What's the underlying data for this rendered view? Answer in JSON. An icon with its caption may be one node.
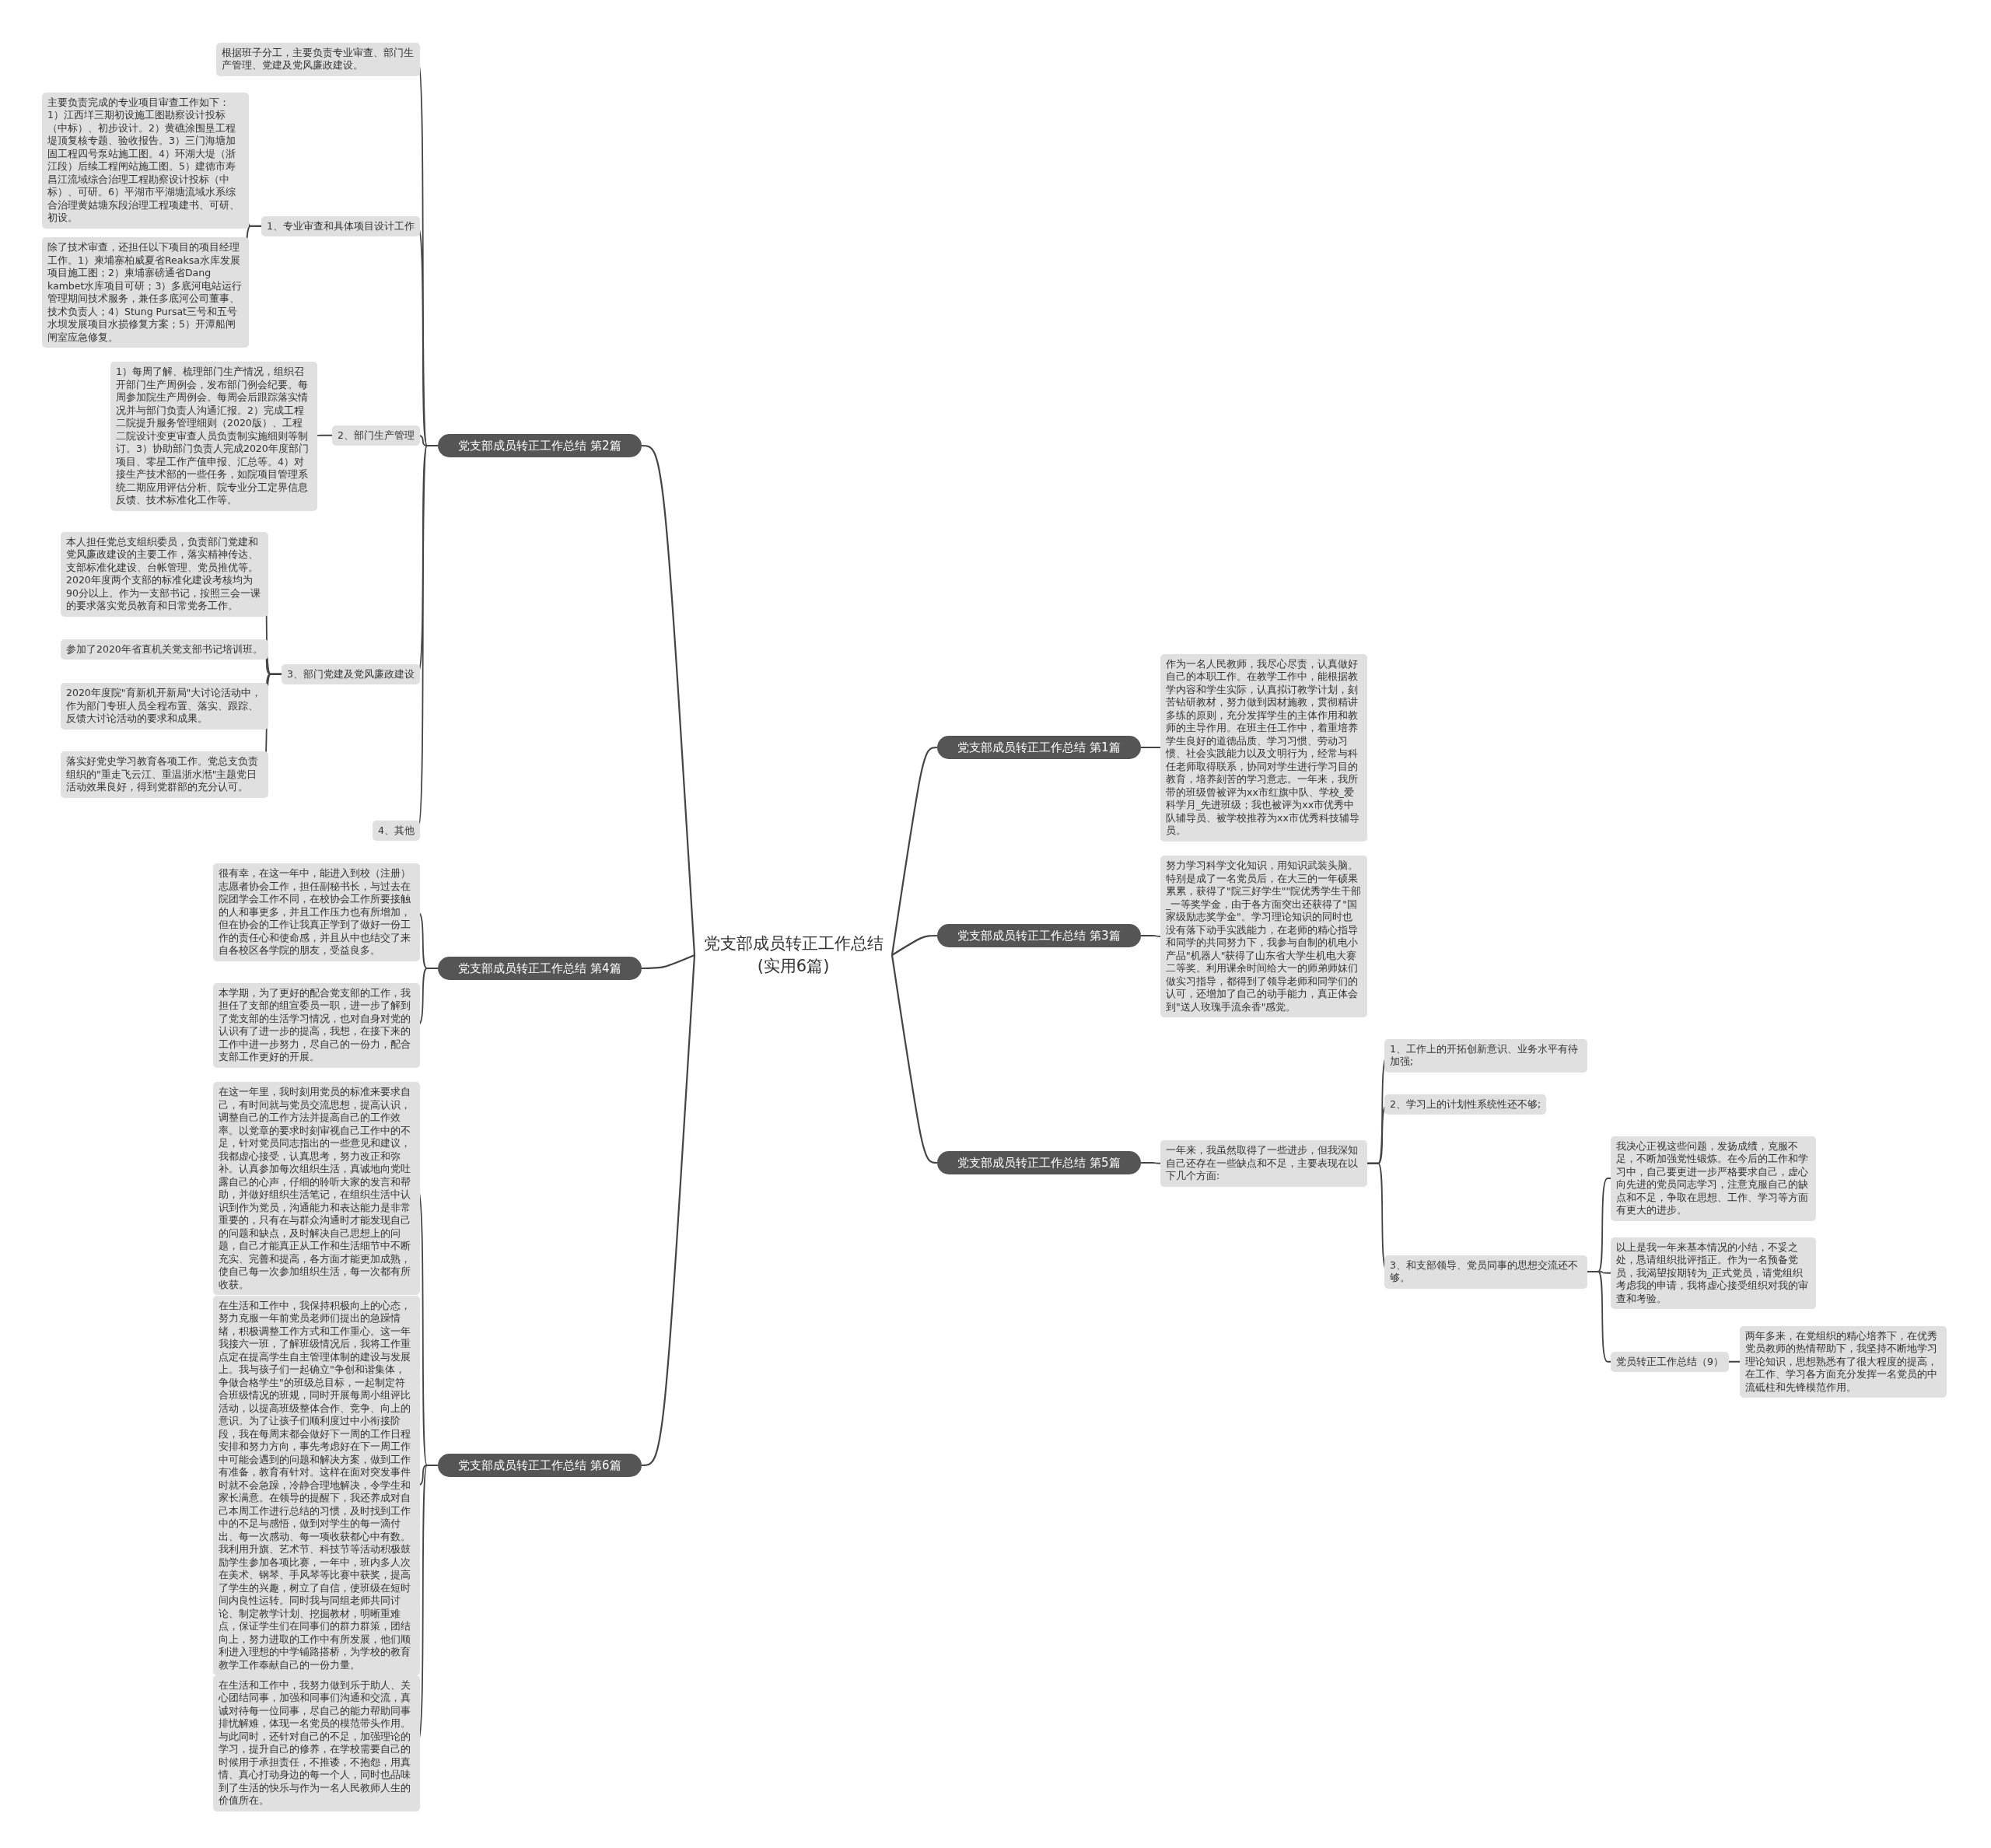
{
  "diagram": {
    "nodes": [
      {
        "text": [
          "党支部成员转正工作总结(实用6篇)"
        ]
      },
      {
        "text": [
          "党支部成员转正工作总结 第2篇"
        ]
      },
      {
        "text": [
          "根据班子分工，主要负责专业审查、部门生产管理、党建及党风廉政建设。"
        ]
      },
      {
        "text": [
          "1、专业审查和具体项目设计工作"
        ]
      },
      {
        "text": [
          "主要负责完成的专业项目审查工作如下：1）江西垟三期初设施工图勘察设计投标（中标）、初步设计。2）黄礁涂围垦工程堤顶复核专题、验收报告。3）三门海塘加固工程四号泵站施工图。4）环湖大堤（浙江段）后续工程闸站施工图。5）建德市寿昌江流域综合治理工程勘察设计投标（中标）、可研。6）平湖市平湖塘流域水系综合治理黄姑塘东段治理工程项建书、可研、初设。"
        ]
      },
      {
        "text": [
          "除了技术审查，还担任以下项目的项目经理工作。1）柬埔寨柏威夏省Reaksa水库发展项目施工图；2）柬埔寨磅通省Dang kambet水库项目可研；3）多底河电站运行管理期间技术服务，兼任多底河公司董事、技术负责人；4）Stung Pursat三号和五号水坝发展项目水损修复方案；5）开潭船闸闸室应急修复。"
        ]
      },
      {
        "text": [
          "2、部门生产管理"
        ]
      },
      {
        "text": [
          "1）每周了解、梳理部门生产情况，组织召开部门生产周例会，发布部门例会纪要。每周参加院生产周例会。每周会后跟踪落实情况并与部门负责人沟通汇报。2）完成工程二院提升服务管理细则（2020版）、工程二院设计变更审查人员负责制实施细则等制订。3）协助部门负责人完成2020年度部门项目、零星工作产值申报、汇总等。4）对接生产技术部的一些任务，如院项目管理系统二期应用评估分析、院专业分工定界信息反馈、技术标准化工作等。"
        ]
      },
      {
        "text": [
          "3、部门党建及党风廉政建设"
        ]
      },
      {
        "text": [
          "本人担任党总支组织委员，负责部门党建和党风廉政建设的主要工作，落实精神传达、支部标准化建设、台帐管理、党员推优等。2020年度两个支部的标准化建设考核均为90分以上。作为一支部书记，按照三会一课的要求落实党员教育和日常党务工作。"
        ]
      },
      {
        "text": [
          "参加了2020年省直机关党支部书记培训班。"
        ]
      },
      {
        "text": [
          "2020年度院\"育新机开新局\"大讨论活动中，作为部门专班人员全程布置、落实、跟踪、反馈大讨论活动的要求和成果。"
        ]
      },
      {
        "text": [
          "落实好党史学习教育各项工作。党总支负责组织的\"重走飞云江、重温浙水湉\"主题党日活动效果良好，得到党群部的充分认可。"
        ]
      },
      {
        "text": [
          "4、其他"
        ]
      },
      {
        "text": [
          "党支部成员转正工作总结 第4篇"
        ]
      },
      {
        "text": [
          "很有幸，在这一年中，能进入到校（注册）志愿者协会工作，担任副秘书长，与过去在院团学会工作不同，在校协会工作所要接触的人和事更多，并且工作压力也有所增加，但在协会的工作让我真正学到了做好一份工作的责任心和使命感，并且从中也结交了来自各校区各学院的朋友，受益良多。"
        ]
      },
      {
        "text": [
          "本学期，为了更好的配合党支部的工作，我担任了支部的组宣委员一职，进一步了解到了党支部的生活学习情况，也对自身对党的认识有了进一步的提高，我想，在接下来的工作中进一步努力，尽自己的一份力，配合支部工作更好的开展。"
        ]
      },
      {
        "text": [
          "党支部成员转正工作总结 第6篇"
        ]
      },
      {
        "text": [
          "在这一年里，我时刻用党员的标准来要求自己，有时间就与党员交流思想，提高认识，调整自己的工作方法并提高自己的工作效率。以党章的要求时刻审视自己工作中的不足，针对党员同志指出的一些意见和建议，我都虚心接受，认真思考，努力改正和弥补。认真参加每次组织生活，真诚地向党吐露自己的心声，仔细的聆听大家的发言和帮助，并做好组织生活笔记，在组织生活中认识到作为党员，沟通能力和表达能力是非常重要的，只有在与群众沟通时才能发现自己的问题和缺点，及时解决自己思想上的问题，自己才能真正从工作和生活细节中不断充实、完善和提高，各方面才能更加成熟，使自己每一次参加组织生活，每一次都有所收获。"
        ]
      },
      {
        "text": [
          "在生活和工作中，我保持积极向上的心态，努力克服一年前党员老师们提出的急躁情绪，积极调整工作方式和工作重心。这一年我接六一班，了解班级情况后，我将工作重点定在提高学生自主管理体制的建设与发展上。我与孩子们一起确立\"争创和谐集体，争做合格学生\"的班级总目标，一起制定符合班级情况的班规，同时开展每周小组评比活动，以提高班级整体合作、竞争、向上的意识。为了让孩子们顺利度过中小衔接阶段，我在每周末都会做好下一周的工作日程安排和努力方向，事先考虑好在下一周工作中可能会遇到的问题和解决方案，做到工作有准备，教育有针对。这样在面对突发事件时就不会急躁，冷静合理地解决，令学生和家长满意。在领导的提醒下，我还养成对自己本周工作进行总结的习惯，及时找到工作中的不足与感悟，做到对学生的每一滴付出、每一次感动、每一项收获都心中有数。我利用升旗、艺术节、科技节等活动积极鼓励学生参加各项比赛，一年中，班内多人次在美术、钢琴、手风琴等比赛中获奖，提高了学生的兴趣，树立了自信，使班级在短时间内良性运转。同时我与同组老师共同讨论、制定教学计划、挖掘教材，明晰重难点，保证学生们在同事们的群力群策，团结向上，努力进取的工作中有所发展，他们顺利进入理想的中学铺路搭桥，为学校的教育教学工作奉献自己的一份力量。"
        ]
      },
      {
        "text": [
          "在生活和工作中，我努力做到乐于助人、关心团结同事，加强和同事们沟通和交流，真诚对待每一位同事，尽自己的能力帮助同事排忧解难，体现一名党员的模范带头作用。与此同时，还针对自己的不足，加强理论的学习，提升自己的修养，在学校需要自己的时候用于承担责任，不推诿，不抱怨，用真情、真心打动身边的每一个人，同时也品味到了生活的快乐与作为一名人民教师人生的价值所在。"
        ]
      },
      {
        "text": [
          "党支部成员转正工作总结 第1篇"
        ]
      },
      {
        "text": [
          "作为一名人民教师，我尽心尽责，认真做好自己的本职工作。在教学工作中，能根据教学内容和学生实际，认真拟订教学计划，刻苦钻研教材，努力做到因材施教，贯彻精讲多练的原则，充分发挥学生的主体作用和教师的主导作用。在班主任工作中，着重培养学生良好的道德品质、学习习惯、劳动习惯、社会实践能力以及文明行为，经常与科任老师取得联系，协同对学生进行学习目的教育，培养刻苦的学习意志。一年来，我所带的班级曾被评为xx市红旗中队、学校_爱科学月_先进班级；我也被评为xx市优秀中队辅导员、被学校推荐为xx市优秀科技辅导员。"
        ]
      },
      {
        "text": [
          "党支部成员转正工作总结 第3篇"
        ]
      },
      {
        "text": [
          "努力学习科学文化知识，用知识武装头脑。特别是成了一名党员后，在大三的一年硕果累累，获得了\"院三好学生\"\"院优秀学生干部_一等奖学金，由于各方面突出还获得了\"国家级励志奖学金\"。学习理论知识的同时也没有落下动手实践能力，在老师的精心指导和同学的共同努力下，我参与自制的机电小产品\"机器人\"获得了山东省大学生机电大赛二等奖。利用课余时间给大一的师弟师妹们做实习指导，都得到了领导老师和同学们的认可，还增加了自己的动手能力，真正体会到\"送人玫瑰手流余香\"感觉。"
        ]
      },
      {
        "text": [
          "党支部成员转正工作总结 第5篇"
        ]
      },
      {
        "text": [
          "一年来，我虽然取得了一些进步，但我深知自己还存在一些缺点和不足，主要表现在以下几个方面:"
        ]
      },
      {
        "text": [
          "1、工作上的开拓创新意识、业务水平有待加强;"
        ]
      },
      {
        "text": [
          "2、学习上的计划性系统性还不够;"
        ]
      },
      {
        "text": [
          "3、和支部领导、党员同事的思想交流还不够。"
        ]
      },
      {
        "text": [
          "我决心正视这些问题，发扬成绩，克服不足，不断加强党性锻炼。在今后的工作和学习中，自己要更进一步严格要求自己，虚心向先进的党员同志学习，注意克服自己的缺点和不足，争取在思想、工作、学习等方面有更大的进步。"
        ]
      },
      {
        "text": [
          "以上是我一年来基本情况的小结，不妥之处，恳请组织批评指正。作为一名预备党员，我渴望按期转为_正式党员，请党组织考虑我的申请，我将虚心接受组织对我的审查和考验。"
        ]
      },
      {
        "text": [
          "党员转正工作总结（9）"
        ]
      },
      {
        "text": [
          "两年多来，在党组织的精心培养下，在优秀党员教师的热情帮助下，我坚持不断地学习理论知识，思想熟悉有了很大程度的提高，在工作、学习各方面充分发挥一名党员的中流砥柱和先锋模范作用。"
        ]
      }
    ],
    "edges": [
      {
        "from": 0,
        "to": 1,
        "arrow": "none"
      },
      {
        "from": 1,
        "to": 2,
        "arrow": "none"
      },
      {
        "from": 1,
        "to": 3,
        "arrow": "none"
      },
      {
        "from": 3,
        "to": 4,
        "arrow": "none"
      },
      {
        "from": 3,
        "to": 5,
        "arrow": "none"
      },
      {
        "from": 1,
        "to": 6,
        "arrow": "none"
      },
      {
        "from": 6,
        "to": 7,
        "arrow": "none"
      },
      {
        "from": 1,
        "to": 8,
        "arrow": "none"
      },
      {
        "from": 8,
        "to": 9,
        "arrow": "none"
      },
      {
        "from": 8,
        "to": 10,
        "arrow": "none"
      },
      {
        "from": 8,
        "to": 11,
        "arrow": "none"
      },
      {
        "from": 8,
        "to": 12,
        "arrow": "none"
      },
      {
        "from": 1,
        "to": 13,
        "arrow": "none"
      },
      {
        "from": 0,
        "to": 14,
        "arrow": "none"
      },
      {
        "from": 14,
        "to": 15,
        "arrow": "none"
      },
      {
        "from": 14,
        "to": 16,
        "arrow": "none"
      },
      {
        "from": 0,
        "to": 17,
        "arrow": "none"
      },
      {
        "from": 17,
        "to": 18,
        "arrow": "none"
      },
      {
        "from": 17,
        "to": 19,
        "arrow": "none"
      },
      {
        "from": 17,
        "to": 20,
        "arrow": "none"
      },
      {
        "from": 0,
        "to": 21,
        "arrow": "none"
      },
      {
        "from": 21,
        "to": 22,
        "arrow": "none"
      },
      {
        "from": 0,
        "to": 23,
        "arrow": "none"
      },
      {
        "from": 23,
        "to": 24,
        "arrow": "none"
      },
      {
        "from": 0,
        "to": 25,
        "arrow": "none"
      },
      {
        "from": 25,
        "to": 26,
        "arrow": "none"
      },
      {
        "from": 26,
        "to": 27,
        "arrow": "none"
      },
      {
        "from": 26,
        "to": 28,
        "arrow": "none"
      },
      {
        "from": 26,
        "to": 29,
        "arrow": "none"
      },
      {
        "from": 29,
        "to": 30,
        "arrow": "none"
      },
      {
        "from": 29,
        "to": 31,
        "arrow": "none"
      },
      {
        "from": 29,
        "to": 32,
        "arrow": "none"
      },
      {
        "from": 32,
        "to": 33,
        "arrow": "none"
      }
    ]
  }
}
